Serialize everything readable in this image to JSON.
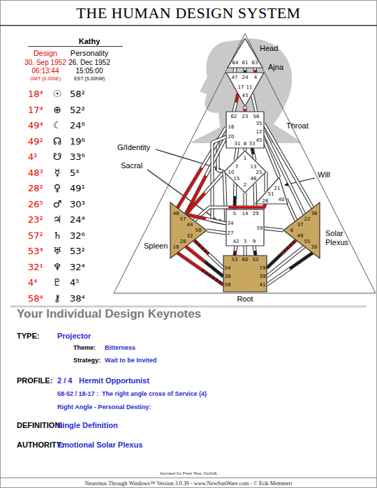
{
  "diagram": {
    "title": "THE HUMAN DESIGN SYSTEM",
    "nodes": [
      {
        "text": [
          "Head",
          "64",
          "61",
          "63"
        ]
      },
      {
        "text": [
          "Ajna",
          "47",
          "24",
          "4",
          "17",
          "43",
          "11"
        ]
      },
      {
        "text": [
          "Throat",
          "62",
          "23",
          "56",
          "16",
          "20",
          "35",
          "12",
          "45",
          "31",
          "8",
          "33"
        ]
      },
      {
        "text": [
          "G/Identity",
          "1",
          "7",
          "13",
          "10",
          "25",
          "15",
          "2",
          "46"
        ]
      },
      {
        "text": [
          "Will",
          "21",
          "51",
          "26",
          "40"
        ]
      },
      {
        "text": [
          "Spleen",
          "48",
          "57",
          "44",
          "50",
          "32",
          "28",
          "18"
        ]
      },
      {
        "text": [
          "Sacral",
          "5",
          "14",
          "29",
          "34",
          "27",
          "59",
          "42",
          "3",
          "9"
        ]
      },
      {
        "text": [
          "Solar Plexus",
          "36",
          "22",
          "37",
          "6",
          "49",
          "55",
          "30"
        ]
      },
      {
        "text": [
          "Root",
          "53",
          "60",
          "52",
          "54",
          "38",
          "58",
          "19",
          "39",
          "41"
        ]
      }
    ],
    "edges": [
      {
        "from": 0,
        "to": 1,
        "arrow": "none"
      },
      {
        "from": 0,
        "to": 1,
        "arrow": "none"
      },
      {
        "from": 0,
        "to": 1,
        "arrow": "none"
      },
      {
        "from": 1,
        "to": 2,
        "arrow": "none"
      },
      {
        "from": 1,
        "to": 2,
        "arrow": "none"
      },
      {
        "from": 1,
        "to": 2,
        "arrow": "none"
      },
      {
        "from": 2,
        "to": 3,
        "arrow": "none"
      },
      {
        "from": 2,
        "to": 3,
        "arrow": "none"
      },
      {
        "from": 2,
        "to": 3,
        "arrow": "none"
      },
      {
        "from": 2,
        "to": 3,
        "arrow": "none"
      },
      {
        "from": 2,
        "to": 4,
        "arrow": "none"
      },
      {
        "from": 2,
        "to": 5,
        "arrow": "none"
      },
      {
        "from": 2,
        "to": 5,
        "arrow": "none"
      },
      {
        "from": 2,
        "to": 6,
        "arrow": "none"
      },
      {
        "from": 2,
        "to": 7,
        "arrow": "none"
      },
      {
        "from": 2,
        "to": 7,
        "arrow": "none"
      },
      {
        "from": 3,
        "to": 4,
        "arrow": "none"
      },
      {
        "from": 3,
        "to": 5,
        "arrow": "none"
      },
      {
        "from": 3,
        "to": 6,
        "arrow": "none"
      },
      {
        "from": 3,
        "to": 6,
        "arrow": "none"
      },
      {
        "from": 3,
        "to": 6,
        "arrow": "none"
      },
      {
        "from": 3,
        "to": 6,
        "arrow": "none"
      },
      {
        "from": 4,
        "to": 5,
        "arrow": "none"
      },
      {
        "from": 4,
        "to": 7,
        "arrow": "none"
      },
      {
        "from": 5,
        "to": 6,
        "arrow": "none"
      },
      {
        "from": 5,
        "to": 6,
        "arrow": "none"
      },
      {
        "from": 5,
        "to": 8,
        "arrow": "none"
      },
      {
        "from": 5,
        "to": 8,
        "arrow": "none"
      },
      {
        "from": 5,
        "to": 8,
        "arrow": "none"
      },
      {
        "from": 6,
        "to": 7,
        "arrow": "none"
      },
      {
        "from": 6,
        "to": 8,
        "arrow": "none"
      },
      {
        "from": 6,
        "to": 8,
        "arrow": "none"
      },
      {
        "from": 6,
        "to": 8,
        "arrow": "none"
      },
      {
        "from": 7,
        "to": 8,
        "arrow": "none"
      },
      {
        "from": 7,
        "to": 8,
        "arrow": "none"
      },
      {
        "from": 7,
        "to": 8,
        "arrow": "none"
      }
    ],
    "labels": [
      "Kathy",
      "Design",
      "Personality",
      "30. Sep 1952",
      "26. Dec 1952",
      "06:13:44",
      "15:05:00",
      "GMT (0.00hE)",
      "EST (5.00hW)",
      "18⁴",
      "☉",
      "58²",
      "17⁴",
      "⊕",
      "52²",
      "49⁴",
      "☾",
      "24⁶",
      "49²",
      "☊",
      "19⁶",
      "4²",
      "☋",
      "33⁶",
      "48³",
      "☿",
      "5⁴",
      "28²",
      "♀",
      "49¹",
      "26⁵",
      "♂",
      "30³",
      "23²",
      "♃",
      "24⁴",
      "57²",
      "♄",
      "32⁶",
      "53⁴",
      "♅",
      "53²",
      "32¹",
      "♆",
      "32⁴",
      "4⁴",
      "♇",
      "4⁵",
      "58⁴",
      "⚷",
      "38⁴",
      "Your Individual Design Keynotes",
      "TYPE:",
      "Projector",
      "Theme:",
      "Bitterness",
      "Strategy:",
      "Wait to be Invited",
      "PROFILE:",
      "2 / 4",
      "Hermit Opportunist",
      "58-52 / 18-17 :  The right angle cross of Service (4)",
      "Right Angle - Personal Destiny:",
      "DEFINITION:",
      "Single Definition",
      "AUTHORITY:",
      "Emotional Solar Plexus",
      "licensed for Peter Roe, Norfolk",
      "Neutrinos Through Windows™ Version 3.0.39 - www.NewSunWare.com - © Erik Memmert"
    ]
  }
}
